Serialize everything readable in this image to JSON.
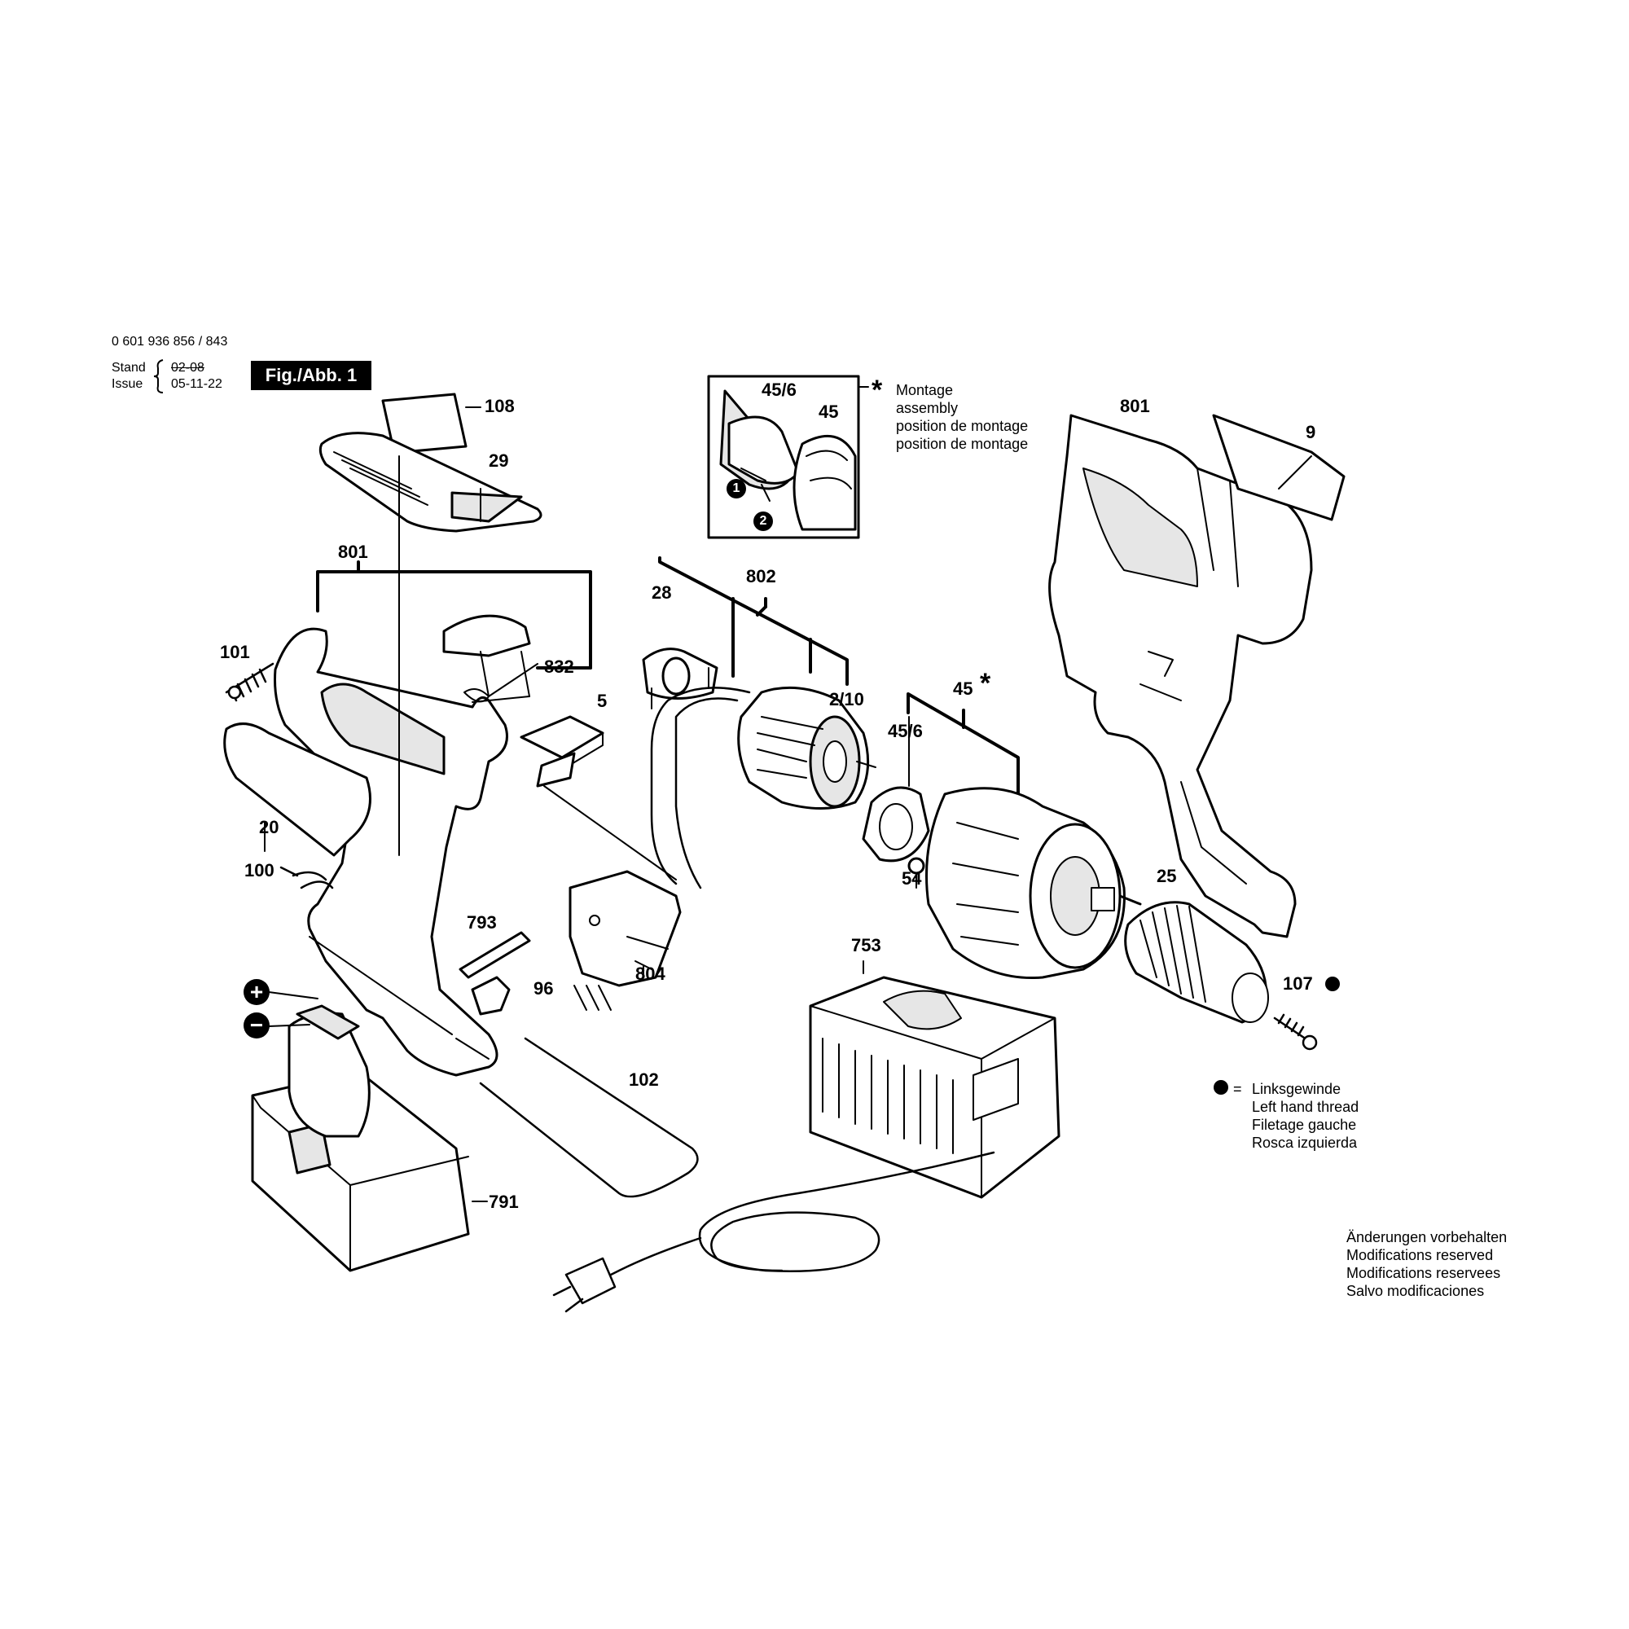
{
  "header": {
    "part_number": "0 601 936 856 / 843",
    "stand_label": "Stand",
    "stand_date": "02-08",
    "issue_label": "Issue",
    "issue_date": "05-11-22",
    "figure_label": "Fig./Abb. 1"
  },
  "assembly_note": {
    "lines": [
      "Montage",
      "assembly",
      "position de montage",
      "position de montage"
    ]
  },
  "legend": {
    "lines": [
      "Linksgewinde",
      "Left hand thread",
      "Filetage gauche",
      "Rosca izquierda"
    ],
    "symbol": "="
  },
  "footer": {
    "lines": [
      "Änderungen vorbehalten",
      "Modifications reserved",
      "Modifications reservees",
      "Salvo modificaciones"
    ]
  },
  "signs": {
    "plus": "+",
    "minus": "−"
  },
  "steps": [
    "1",
    "2"
  ],
  "callouts": {
    "c108": "108",
    "c29": "29",
    "c801a": "801",
    "c101": "101",
    "c832": "832",
    "c5": "5",
    "c20": "20",
    "c100": "100",
    "c793": "793",
    "c96": "96",
    "c804": "804",
    "c102": "102",
    "c791": "791",
    "c28": "28",
    "c802": "802",
    "c2_10": "2/10",
    "c45": "45",
    "c45_6": "45/6",
    "c54": "54",
    "c25": "25",
    "c107": "107",
    "c753": "753",
    "c801b": "801",
    "c9": "9",
    "c45_6_inset": "45/6",
    "c45_inset": "45"
  },
  "colors": {
    "ink": "#000000",
    "paper": "#ffffff",
    "shade": "#e6e6e6"
  }
}
